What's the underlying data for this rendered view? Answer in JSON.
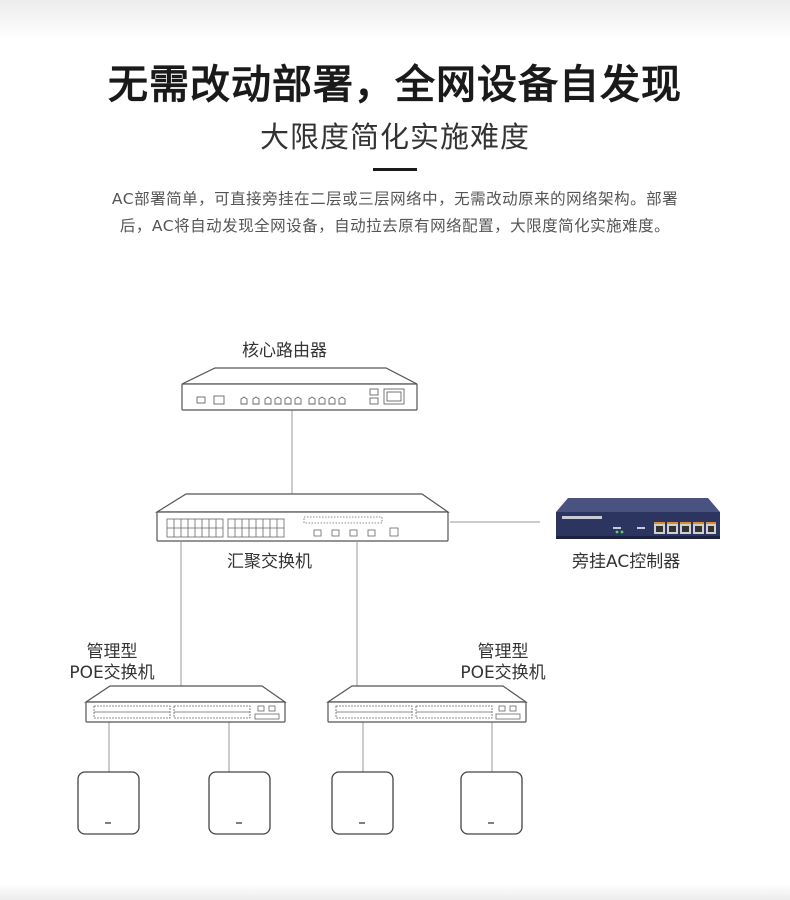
{
  "header": {
    "title": "无需改动部署，全网设备自发现",
    "subtitle": "大限度简化实施难度",
    "description": "AC部署简单，可直接旁挂在二层或三层网络中，无需改动原来的网络架构。部署后，AC将自动发现全网设备，自动拉去原有网络配置，大限度简化实施难度。"
  },
  "diagram": {
    "core_router_label": "核心路由器",
    "aggregation_switch_label": "汇聚交换机",
    "ac_controller_label": "旁挂AC控制器",
    "poe_switch_left_label_line1": "管理型",
    "poe_switch_left_label_line2": "POE交换机",
    "poe_switch_right_label_line1": "管理型",
    "poe_switch_right_label_line2": "POE交换机",
    "colors": {
      "line": "#9a9a9a",
      "device_outline": "#555555",
      "ac_body": "#2c3560",
      "port_orange": "#e08a2c"
    }
  }
}
